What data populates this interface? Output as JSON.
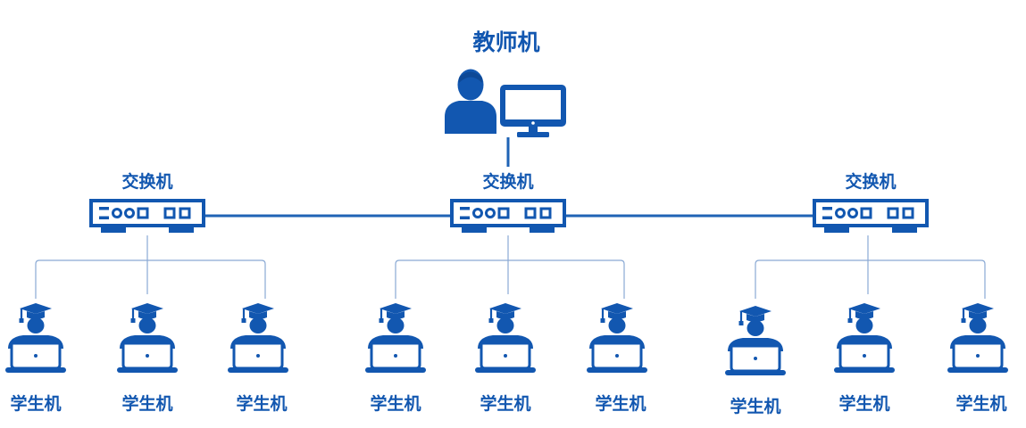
{
  "colors": {
    "primary": "#1257b0",
    "connector": "#1f63b5",
    "thin_connector": "#8aa9d4"
  },
  "teacher": {
    "label": "教师机",
    "icon": "teacher-with-monitor-icon"
  },
  "switches": [
    {
      "label": "交换机",
      "icon": "network-switch-icon"
    },
    {
      "label": "交换机",
      "icon": "network-switch-icon"
    },
    {
      "label": "交换机",
      "icon": "network-switch-icon"
    }
  ],
  "students": [
    {
      "label": "学生机",
      "icon": "student-laptop-icon"
    },
    {
      "label": "学生机",
      "icon": "student-laptop-icon"
    },
    {
      "label": "学生机",
      "icon": "student-laptop-icon"
    },
    {
      "label": "学生机",
      "icon": "student-laptop-icon"
    },
    {
      "label": "学生机",
      "icon": "student-laptop-icon"
    },
    {
      "label": "学生机",
      "icon": "student-laptop-icon"
    },
    {
      "label": "学生机",
      "icon": "student-laptop-icon"
    },
    {
      "label": "学生机",
      "icon": "student-laptop-icon"
    },
    {
      "label": "学生机",
      "icon": "student-laptop-icon"
    }
  ]
}
